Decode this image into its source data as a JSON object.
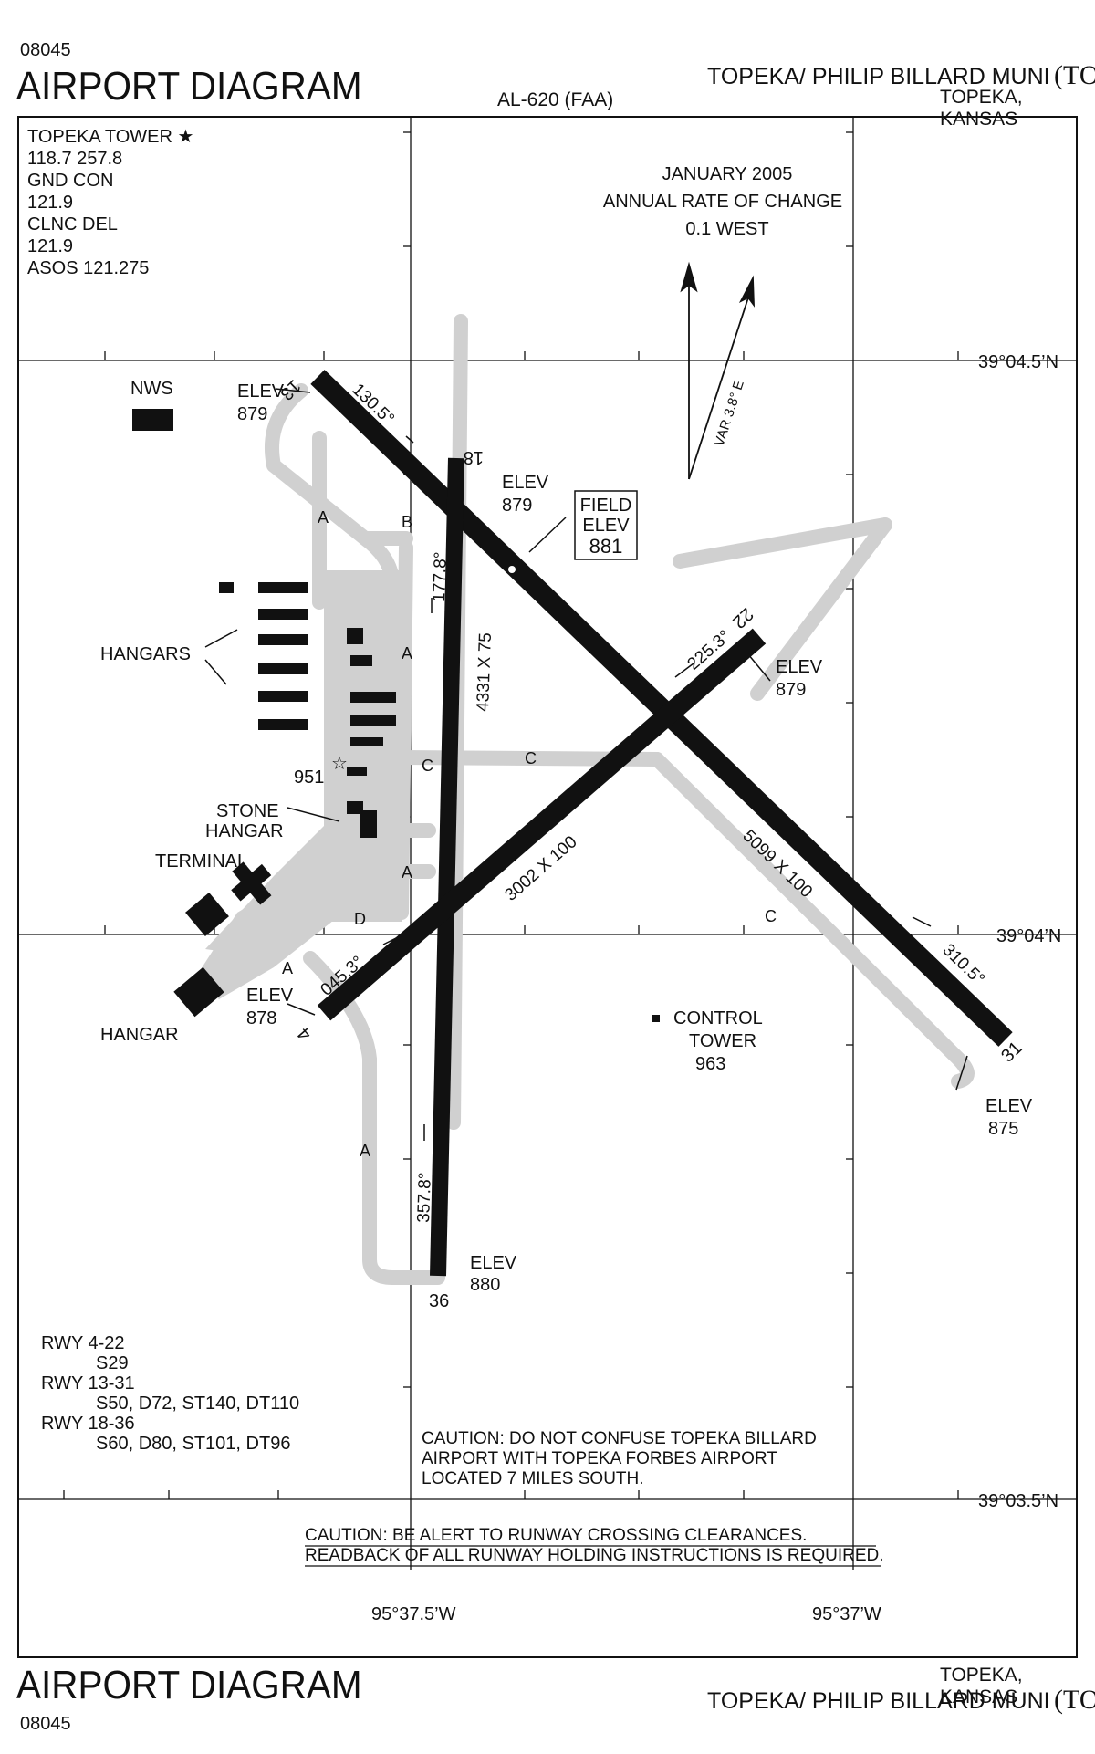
{
  "header": {
    "chart_number": "08045",
    "title": "AIRPORT DIAGRAM",
    "procedure_id": "AL-620 (FAA)",
    "airport_name": "TOPEKA/ PHILIP BILLARD MUNI",
    "airport_code": "(TOP)",
    "city_state": "TOPEKA, KANSAS"
  },
  "frequencies": {
    "tower_label": "TOPEKA TOWER",
    "tower_freq": "118.7  257.8",
    "gnd_label": "GND CON",
    "gnd_freq": "121.9",
    "clnc_label": "CLNC DEL",
    "clnc_freq": "121.9",
    "asos": "ASOS 121.275"
  },
  "magnetic": {
    "date": "JANUARY 2005",
    "rate_label": "ANNUAL RATE OF CHANGE",
    "rate": "0.1  WEST",
    "variation": "VAR 3.8° E"
  },
  "latitudes": [
    "39°04.5’N",
    "39°04’N",
    "39°03.5’N"
  ],
  "longitudes": [
    "95°37.5’W",
    "95°37’W"
  ],
  "runways": {
    "rwy_18_36": {
      "end_18": "18",
      "end_36": "36",
      "dims": "4331 X 75",
      "hdg_north_end": "177.8°",
      "hdg_south_end": "357.8°",
      "elev_18_label": "ELEV",
      "elev_18": "879",
      "elev_36_label": "ELEV",
      "elev_36": "880"
    },
    "rwy_13_31": {
      "end_13": "13",
      "end_31": "31",
      "dims": "5099 X 100",
      "hdg_13": "130.5°",
      "hdg_31": "310.5°",
      "elev_13_label": "ELEV",
      "elev_13": "879",
      "elev_31_label": "ELEV",
      "elev_31": "875"
    },
    "rwy_4_22": {
      "end_4": "4",
      "end_22": "22",
      "dims": "3002 X 100",
      "hdg_4": "045.3°",
      "hdg_22": "225.3°",
      "elev_4_label": "ELEV",
      "elev_4": "878",
      "elev_22_label": "ELEV",
      "elev_22": "879"
    }
  },
  "field_elev": {
    "line1": "FIELD",
    "line2": "ELEV",
    "value": "881"
  },
  "taxiways": [
    "A",
    "B",
    "C",
    "D"
  ],
  "labels": {
    "nws": "NWS",
    "hangars": "HANGARS",
    "stone_hangar_1": "STONE",
    "stone_hangar_2": "HANGAR",
    "terminal": "TERMINAL",
    "hangar": "HANGAR",
    "beacon_elev": "951",
    "control_tower_1": "CONTROL",
    "control_tower_2": "TOWER",
    "control_tower_elev": "963"
  },
  "strength": [
    {
      "rwy": "RWY 4-22",
      "values": "S29"
    },
    {
      "rwy": "RWY 13-31",
      "values": "S50, D72, ST140, DT110"
    },
    {
      "rwy": "RWY 18-36",
      "values": "S60, D80, ST101, DT96"
    }
  ],
  "cautions": {
    "confuse_1": "CAUTION: DO NOT CONFUSE TOPEKA BILLARD",
    "confuse_2": "AIRPORT WITH TOPEKA FORBES AIRPORT",
    "confuse_3": "LOCATED 7 MILES SOUTH.",
    "crossing_1": "CAUTION:  BE ALERT TO RUNWAY CROSSING CLEARANCES.",
    "crossing_2": "READBACK OF ALL RUNWAY HOLDING INSTRUCTIONS IS REQUIRED."
  },
  "footer": {
    "title": "AIRPORT DIAGRAM",
    "chart_number": "08045",
    "city_state": "TOPEKA, KANSAS",
    "airport_name": "TOPEKA/ PHILIP BILLARD MUNI",
    "airport_code": "(TOP)"
  }
}
